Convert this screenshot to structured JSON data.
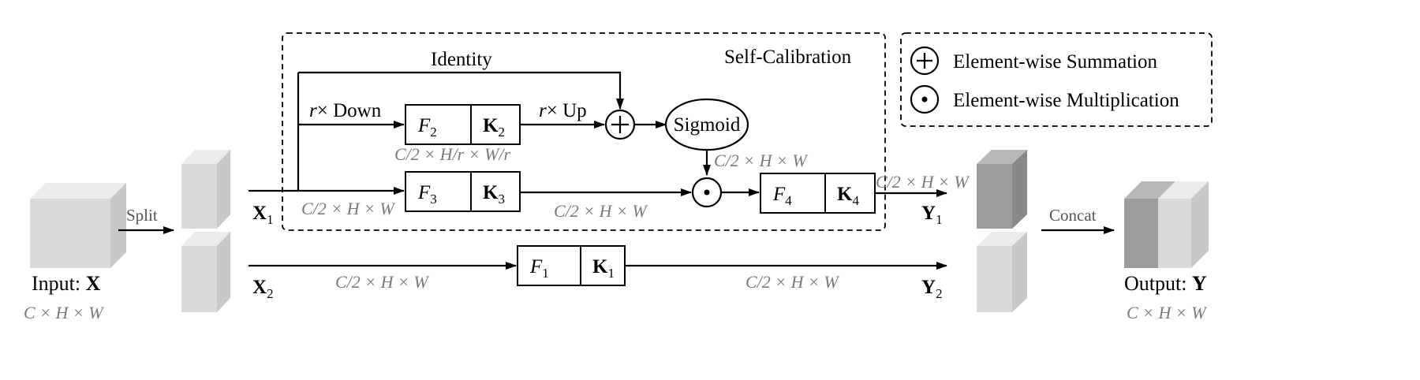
{
  "input": {
    "label": "Input: ",
    "symbol": "X",
    "dims": "C × H × W"
  },
  "output": {
    "label": "Output: ",
    "symbol": "Y",
    "dims": "C × H × W"
  },
  "ops": {
    "split": "Split",
    "concat": "Concat"
  },
  "self_calibration": {
    "title": "Self-Calibration",
    "identity": "Identity",
    "down_r": "r",
    "down_text": "× Down",
    "up_r": "r",
    "up_text": "× Up",
    "sigmoid": "Sigmoid"
  },
  "variables": {
    "x1": {
      "main": "X",
      "sub": "1"
    },
    "x2": {
      "main": "X",
      "sub": "2"
    },
    "y1": {
      "main": "Y",
      "sub": "1"
    },
    "y2": {
      "main": "Y",
      "sub": "2"
    }
  },
  "blocks": {
    "f2": {
      "f": "F",
      "f_sub": "2",
      "k": "K",
      "k_sub": "2"
    },
    "f3": {
      "f": "F",
      "f_sub": "3",
      "k": "K",
      "k_sub": "3"
    },
    "f4": {
      "f": "F",
      "f_sub": "4",
      "k": "K",
      "k_sub": "4"
    },
    "f1": {
      "f": "F",
      "f_sub": "1",
      "k": "K",
      "k_sub": "1"
    }
  },
  "dims": {
    "x1_in": "C/2 × H × W",
    "f2_out": "C/2 × H/r × W/r",
    "sigmoid_out": "C/2 × H × W",
    "f3_out": "C/2 × H × W",
    "f4_out": "C/2 × H × W",
    "x2_in": "C/2 × H × W",
    "f1_out": "C/2 × H × W"
  },
  "legend": {
    "sum": "Element-wise Summation",
    "mul": "Element-wise Multiplication"
  },
  "colors": {
    "cube_light_front": "#d9d9d9",
    "cube_light_side": "#c4c4c4",
    "cube_light_top": "#ececec",
    "cube_dark_front": "#9a9a9a",
    "cube_dark_side": "#878787",
    "cube_dark_top": "#b8b8b8"
  }
}
